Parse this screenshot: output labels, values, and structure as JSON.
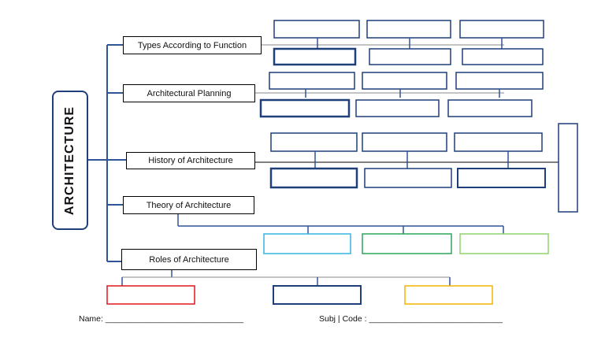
{
  "title": "ARCHITECTURE",
  "topics": [
    {
      "label": "Types According to Function"
    },
    {
      "label": "Architectural Planning"
    },
    {
      "label": "History of Architecture"
    },
    {
      "label": "Theory of Architecture"
    },
    {
      "label": "Roles of Architecture"
    }
  ],
  "footer": {
    "name_label": "Name:",
    "name_blank": "______________________________",
    "subj_label": "Subj | Code :",
    "subj_blank": "_____________________________"
  },
  "colors": {
    "connector": "#2f5597",
    "dark_box": "#1f3f7a",
    "theory_cyan": "#36b3e0",
    "theory_green": "#2aa55a",
    "theory_lightgreen": "#8ed36b",
    "roles_red": "#e2141c",
    "roles_navy": "#1f3f7a",
    "roles_yellow": "#f4b400"
  }
}
